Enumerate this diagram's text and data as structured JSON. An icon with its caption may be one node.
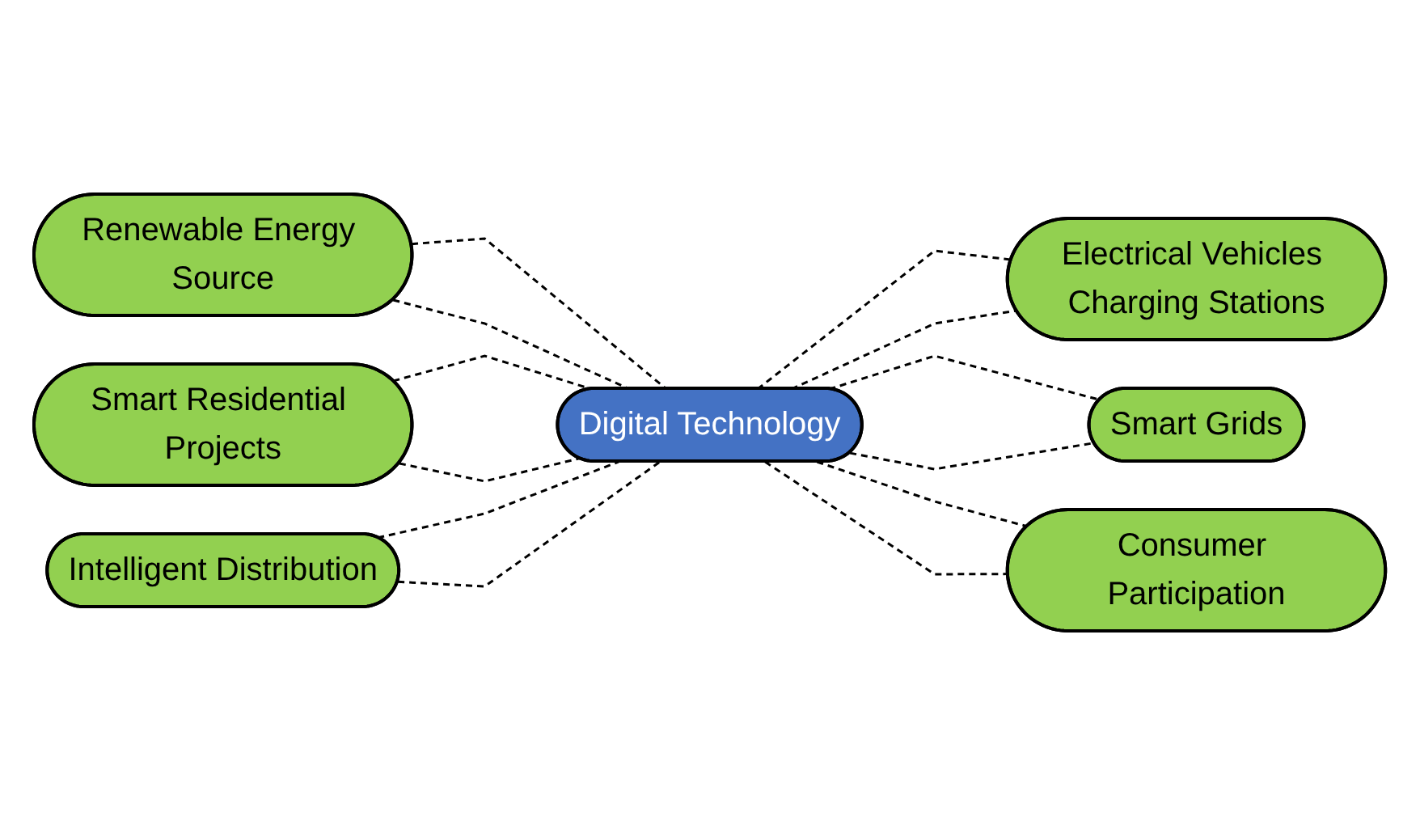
{
  "diagram": {
    "nodes": [
      {
        "text": [
          "Renewable Energy Source"
        ]
      },
      {
        "text": [
          "Smart Residential Projects"
        ]
      },
      {
        "text": [
          "Intelligent Distribution"
        ]
      },
      {
        "text": [
          "Digital Technology"
        ]
      },
      {
        "text": [
          "Electrical Vehicles Charging Stations"
        ]
      },
      {
        "text": [
          "Smart Grids"
        ]
      },
      {
        "text": [
          "Consumer Participation"
        ]
      }
    ],
    "edges": [
      {
        "from": 0,
        "to": 3,
        "arrow": "none",
        "style": "dashed"
      },
      {
        "from": 0,
        "to": 3,
        "arrow": "none",
        "style": "dashed"
      },
      {
        "from": 1,
        "to": 3,
        "arrow": "none",
        "style": "dashed"
      },
      {
        "from": 1,
        "to": 3,
        "arrow": "none",
        "style": "dashed"
      },
      {
        "from": 2,
        "to": 3,
        "arrow": "none",
        "style": "dashed"
      },
      {
        "from": 2,
        "to": 3,
        "arrow": "none",
        "style": "dashed"
      },
      {
        "from": 3,
        "to": 4,
        "arrow": "none",
        "style": "dashed"
      },
      {
        "from": 3,
        "to": 4,
        "arrow": "none",
        "style": "dashed"
      },
      {
        "from": 3,
        "to": 5,
        "arrow": "none",
        "style": "dashed"
      },
      {
        "from": 3,
        "to": 5,
        "arrow": "none",
        "style": "dashed"
      },
      {
        "from": 3,
        "to": 6,
        "arrow": "none",
        "style": "dashed"
      },
      {
        "from": 3,
        "to": 6,
        "arrow": "none",
        "style": "dashed"
      }
    ]
  }
}
